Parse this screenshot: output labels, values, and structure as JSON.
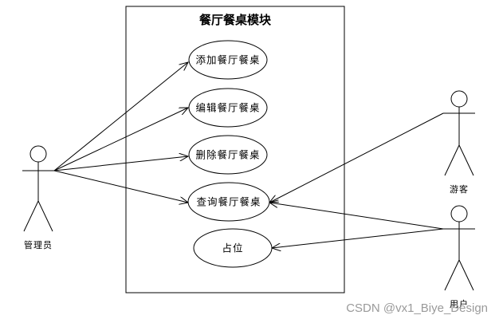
{
  "diagram": {
    "system_title": "餐厅餐桌模块",
    "use_cases": {
      "add": "添加餐厅餐桌",
      "edit": "编辑餐厅餐桌",
      "delete": "删除餐厅餐桌",
      "query": "查询餐厅餐桌",
      "reserve": "占位"
    },
    "actors": {
      "admin": "管理员",
      "guest": "游客",
      "user": "用户"
    }
  },
  "watermark": "CSDN @vx1_Biye_Design",
  "colors": {
    "line": "#000000",
    "background": "#ffffff",
    "watermark": "#9a9a9a"
  }
}
